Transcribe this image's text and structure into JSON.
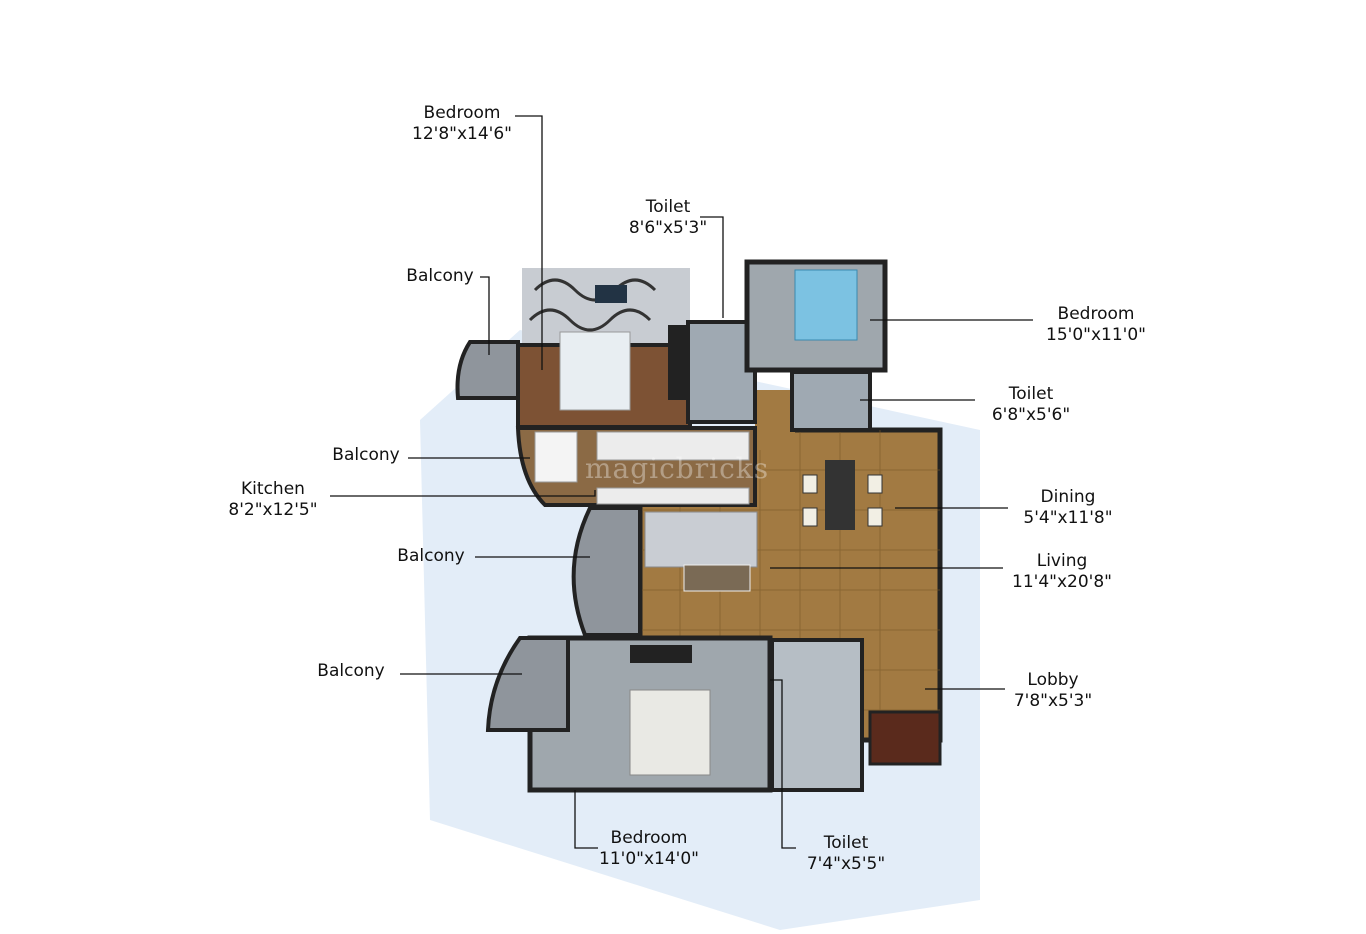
{
  "watermark": "magicbricks",
  "rooms": [
    {
      "id": "bedroom-1",
      "name": "Bedroom",
      "size": "12'8\"x14'6\""
    },
    {
      "id": "toilet-1",
      "name": "Toilet",
      "size": "8'6\"x5'3\""
    },
    {
      "id": "balcony-1",
      "name": "Balcony",
      "size": ""
    },
    {
      "id": "bedroom-2",
      "name": "Bedroom",
      "size": "15'0\"x11'0\""
    },
    {
      "id": "toilet-2",
      "name": "Toilet",
      "size": "6'8\"x5'6\""
    },
    {
      "id": "balcony-2",
      "name": "Balcony",
      "size": ""
    },
    {
      "id": "kitchen",
      "name": "Kitchen",
      "size": "8'2\"x12'5\""
    },
    {
      "id": "dining",
      "name": "Dining",
      "size": "5'4\"x11'8\""
    },
    {
      "id": "balcony-3",
      "name": "Balcony",
      "size": ""
    },
    {
      "id": "living",
      "name": "Living",
      "size": "11'4\"x20'8\""
    },
    {
      "id": "balcony-4",
      "name": "Balcony",
      "size": ""
    },
    {
      "id": "lobby",
      "name": "Lobby",
      "size": "7'8\"x5'3\""
    },
    {
      "id": "bedroom-3",
      "name": "Bedroom",
      "size": "11'0\"x14'0\""
    },
    {
      "id": "toilet-3",
      "name": "Toilet",
      "size": "7'4\"x5'5\""
    }
  ],
  "colors": {
    "wood": "#7d5234",
    "tile": "#a27a42",
    "greyTile": "#9fa7ad",
    "wall": "#2a2a2a",
    "shadow": "#dfe9f5"
  }
}
